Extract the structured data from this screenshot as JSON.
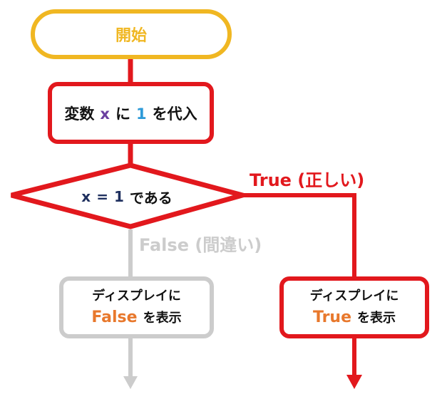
{
  "colors": {
    "start": "#f0b722",
    "main_red": "#e2181d",
    "false_gray": "#cccccc",
    "var_purple": "#6b3fa0",
    "value_blue": "#2d9ad8",
    "condition_navy": "#1e2f5e",
    "bool_orange": "#e8782c"
  },
  "start": {
    "label": "開始"
  },
  "assign": {
    "prefix": "変数",
    "var": "x",
    "mid": "に",
    "value": "1",
    "suffix": "を代入"
  },
  "condition": {
    "var": "x",
    "op": "=",
    "value": "1",
    "suffix": "である"
  },
  "branches": {
    "true_label": "True (正しい)",
    "false_label": "False (間違い)"
  },
  "false_box": {
    "line1": "ディスプレイに",
    "value": "False",
    "suffix": "を表示"
  },
  "true_box": {
    "line1": "ディスプレイに",
    "value": "True",
    "suffix": "を表示"
  }
}
